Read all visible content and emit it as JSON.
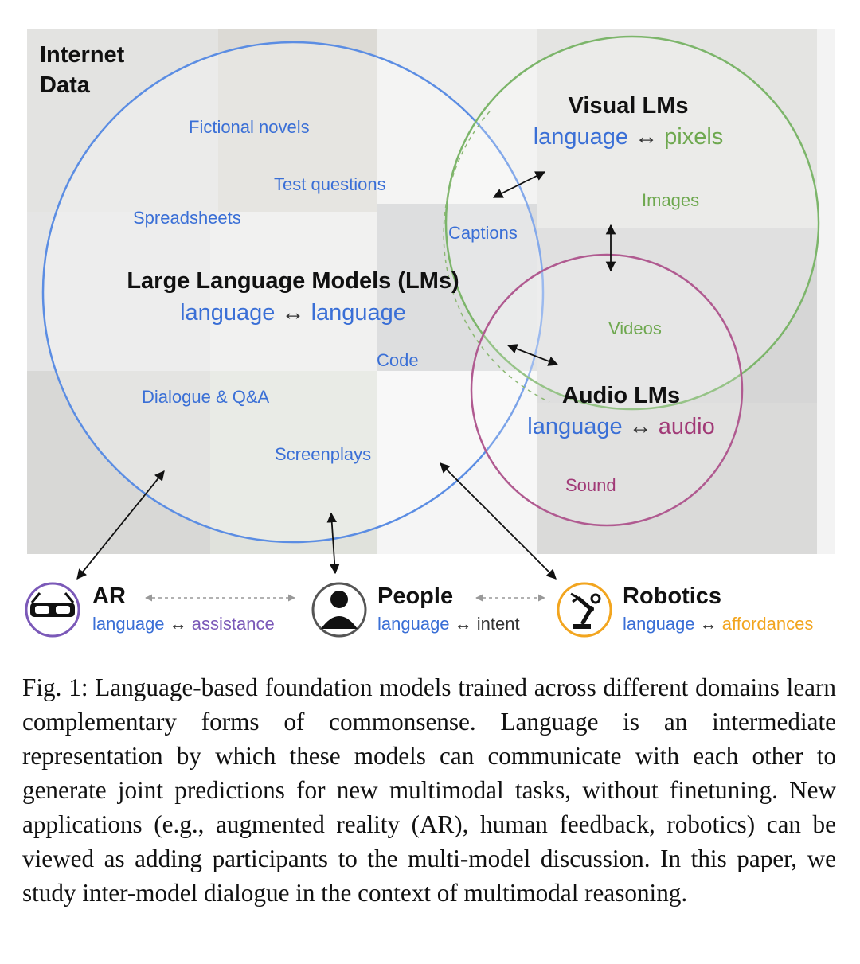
{
  "internet_data": [
    "Internet",
    "Data"
  ],
  "llm": {
    "title": "Large Language Models (LMs)",
    "mapping_left": "language",
    "arrow": "↔",
    "mapping_right": "language",
    "sources": [
      "Fictional novels",
      "Test questions",
      "Spreadsheets",
      "Code",
      "Dialogue & Q&A",
      "Screenplays"
    ]
  },
  "vlm": {
    "title": "Visual LMs",
    "mapping_left": "language",
    "arrow": "↔",
    "mapping_right": "pixels",
    "sources": [
      "Images",
      "Captions",
      "Videos"
    ]
  },
  "alm": {
    "title": "Audio LMs",
    "mapping_left": "language",
    "arrow": "↔",
    "mapping_right": "audio",
    "sources": [
      "Sound"
    ]
  },
  "participants": {
    "ar": {
      "title": "AR",
      "left": "language",
      "arrow": "↔",
      "right": "assistance"
    },
    "people": {
      "title": "People",
      "left": "language",
      "arrow": "↔",
      "right": "intent"
    },
    "robotics": {
      "title": "Robotics",
      "left": "language",
      "arrow": "↔",
      "right": "affordances"
    }
  },
  "caption": "Fig. 1: Language-based foundation models trained across different domains learn complementary forms of commonsense. Language is an intermediate representation by which these models can communicate with each other to generate joint predictions for new multimodal tasks, without finetuning. New applications (e.g., augmented reality (AR), human feedback, robotics) can be viewed as adding participants to the multi-model discussion. In this paper, we study inter-model dialogue in the context of multimodal reasoning.",
  "colors": {
    "llm_blue": "#3a6fd6",
    "vlm_green": "#6ea84f",
    "alm_purple": "#a13a77",
    "ar_violet": "#7b59b8",
    "robotics_orange": "#f2a51f"
  }
}
